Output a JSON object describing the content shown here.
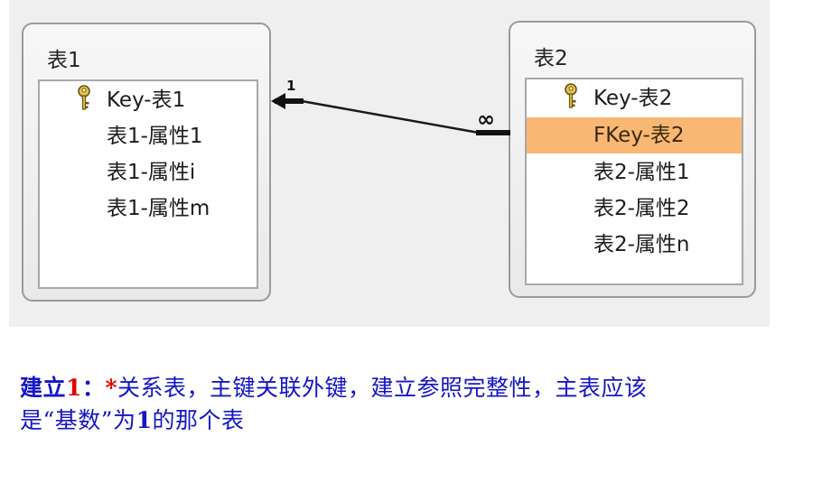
{
  "diagram": {
    "table1": {
      "title": "表1",
      "fields": [
        {
          "label": "Key-表1",
          "primary_key": true
        },
        {
          "label": "表1-属性1"
        },
        {
          "label": "表1-属性i"
        },
        {
          "label": "表1-属性m"
        }
      ]
    },
    "table2": {
      "title": "表2",
      "fields": [
        {
          "label": "Key-表2",
          "primary_key": true
        },
        {
          "label": "FKey-表2",
          "highlighted": true
        },
        {
          "label": "表2-属性1"
        },
        {
          "label": "表2-属性2"
        },
        {
          "label": "表2-属性n"
        }
      ]
    },
    "relation": {
      "one_label": "1",
      "many_label": "∞"
    },
    "colors": {
      "canvas": "#efefef",
      "highlight": "#f9b774",
      "caption_text": "#1515c8",
      "caption_accent": "#e00000"
    }
  },
  "caption": {
    "prefix": "建立",
    "number": "1",
    "colon": "：",
    "star": "*",
    "text_line1": "关系表，主键关联外键，建立参照完整性，主表应该",
    "text_line2_before": "是“基数”为",
    "text_line2_number": "1",
    "text_line2_after": "的那个表"
  }
}
